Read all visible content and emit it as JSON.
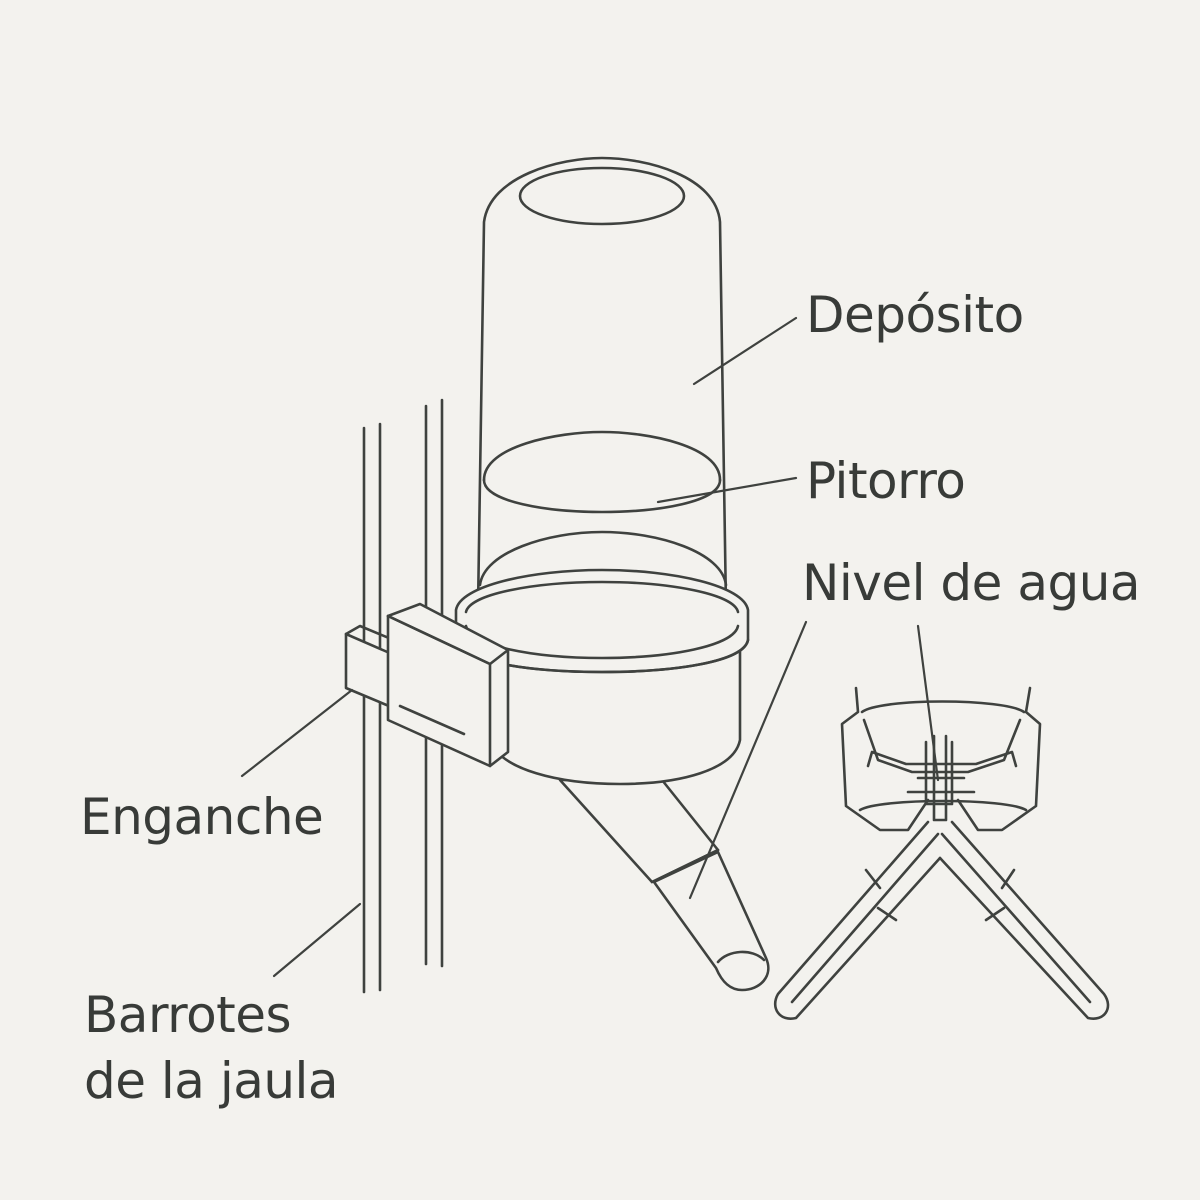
{
  "colors": {
    "background": "#f3f2ee",
    "line": "#3f423f",
    "text": "#383b38"
  },
  "labels": {
    "deposito": "Depósito",
    "pitorro": "Pitorro",
    "nivel_agua": "Nivel de agua",
    "enganche": "Enganche",
    "barrotes_line1": "Barrotes",
    "barrotes_line2": "de la jaula"
  }
}
